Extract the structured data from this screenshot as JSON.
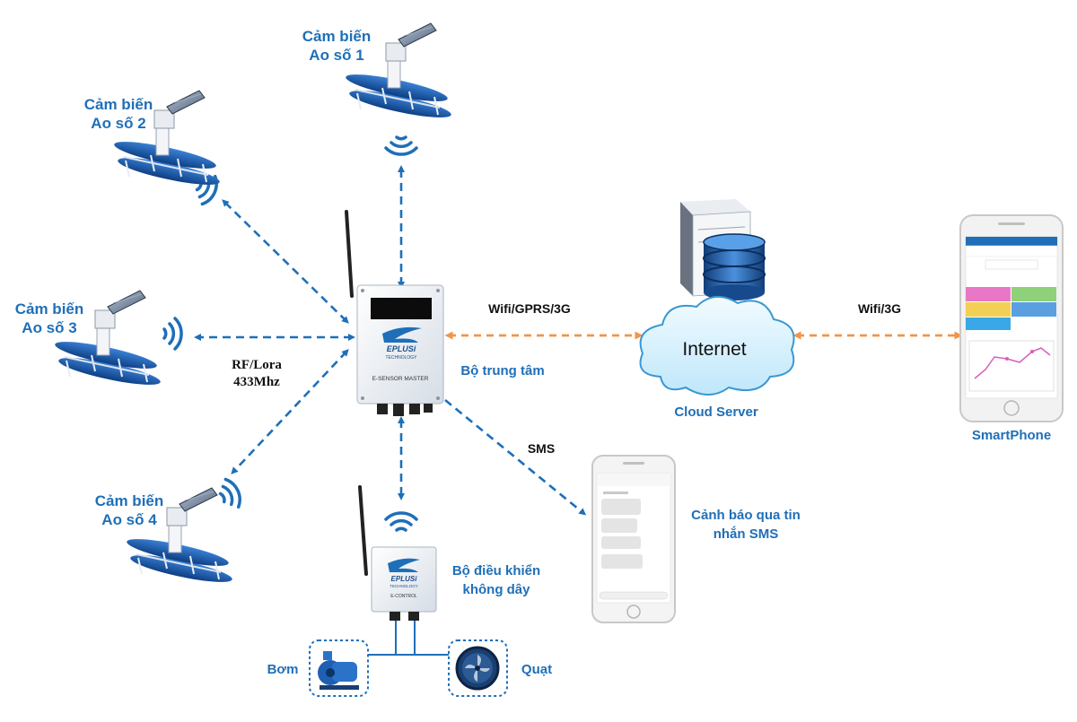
{
  "sensors": [
    {
      "line1": "Cảm biến",
      "line2": "Ao số 1"
    },
    {
      "line1": "Cảm biến",
      "line2": "Ao số 2"
    },
    {
      "line1": "Cảm biến",
      "line2": "Ao số 3"
    },
    {
      "line1": "Cảm biến",
      "line2": "Ao số 4"
    }
  ],
  "links": {
    "rf_line1": "RF/Lora",
    "rf_line2": "433Mhz",
    "wifi_gprs": "Wifi/GPRS/3G",
    "wifi_3g": "Wifi/3G",
    "sms": "SMS"
  },
  "hub": {
    "label": "Bộ trung tâm",
    "brand": "EPLUSi",
    "brand_sub": "TECHNOLOGY",
    "model": "E-SENSOR MASTER"
  },
  "controller": {
    "line1": "Bộ điều khiển",
    "line2": "không dây",
    "brand": "EPLUSi",
    "brand_sub": "TECHNOLOGY",
    "model": "E-CONTROL"
  },
  "devices": {
    "pump": "Bơm",
    "fan": "Quạt"
  },
  "cloud": {
    "internet": "Internet",
    "label": "Cloud Server"
  },
  "smartphone": {
    "label": "SmartPhone"
  },
  "sms_alert": {
    "line1": "Cảnh báo qua tin",
    "line2": "nhắn SMS"
  },
  "colors": {
    "wireless": "#1f6fb8",
    "internet_link": "#f0954a",
    "label": "#1f6fb8"
  }
}
